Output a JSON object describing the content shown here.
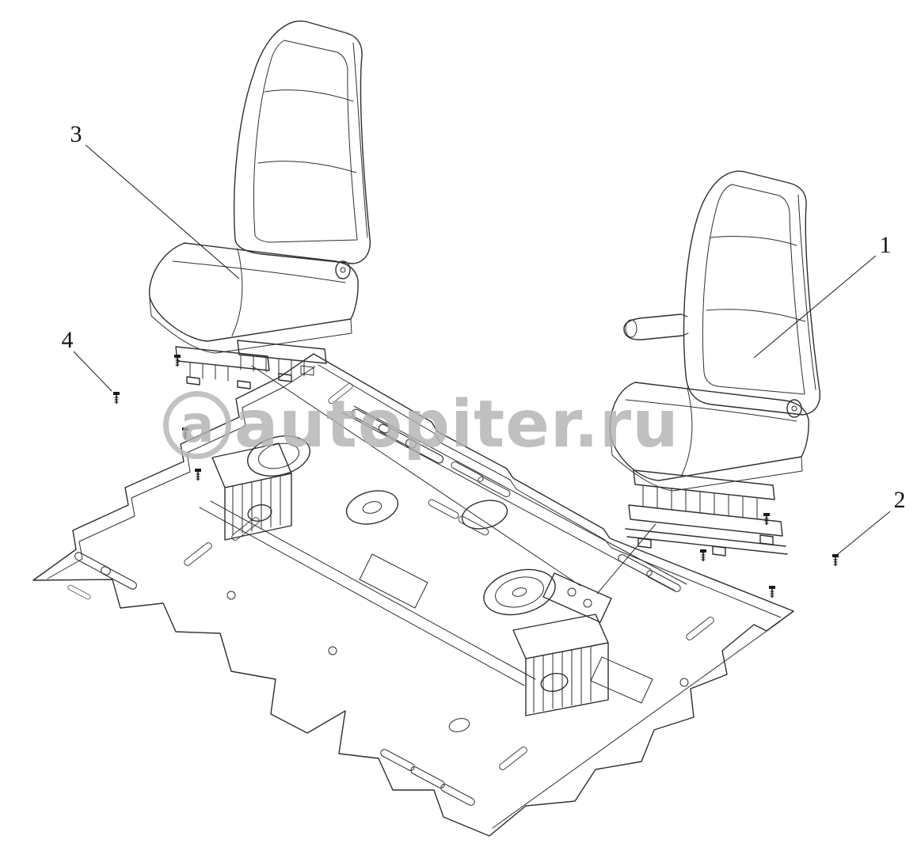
{
  "diagram": {
    "callouts": [
      {
        "label": "1"
      },
      {
        "label": "2"
      },
      {
        "label": "3"
      },
      {
        "label": "4"
      }
    ],
    "watermark": {
      "logo_letter": "a",
      "text": "autopiter.ru",
      "color": "#b3b3b3"
    },
    "colors": {
      "line": "#2e2e2e",
      "background": "#ffffff",
      "callout_text": "#111111"
    }
  }
}
